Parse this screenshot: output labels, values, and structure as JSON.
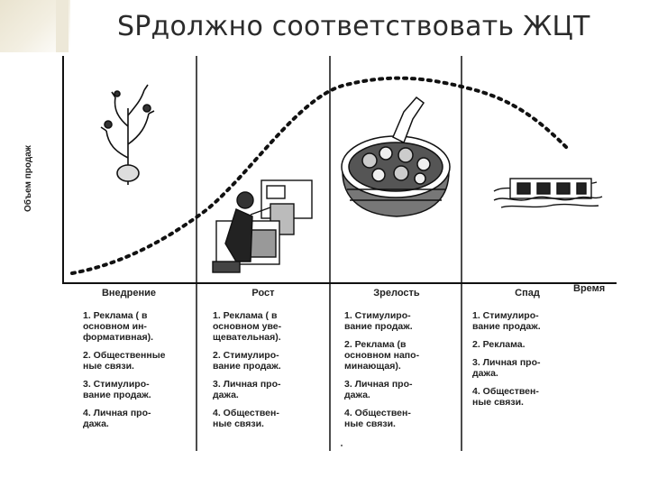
{
  "title": "SPдолжно соответствовать ЖЦТ",
  "axes": {
    "y_label": "Объем продаж",
    "x_label": "Время"
  },
  "stages": [
    {
      "name": "Внедрение",
      "items": [
        "1. Реклама ( в\nосновном ин-\nформативная).",
        "2. Общественные\nные связи.",
        "3. Стимулиро-\nвание продаж.",
        "4. Личная про-\nдажа."
      ]
    },
    {
      "name": "Рост",
      "items": [
        "1. Реклама ( в\nосновном уве-\nщевательная).",
        "2. Стимулиро-\nвание продаж.",
        "3. Личная про-\nдажа.",
        "4. Обществен-\nные связи."
      ]
    },
    {
      "name": "Зрелость",
      "items": [
        "1. Стимулиро-\nвание продаж.",
        "2. Реклама (в\nосновном напо-\nминающая).",
        "3. Личная про-\nдажа.",
        "4. Обществен-\nные связи."
      ]
    },
    {
      "name": "Спад",
      "items": [
        "1. Стимулиро-\nвание продаж.",
        "2. Реклама.",
        "3. Личная про-\nдажа.",
        "4. Обществен-\nные связи."
      ]
    }
  ],
  "icons": [
    "seedling-icon",
    "worker-at-machine-icon",
    "basket-of-goods-icon",
    "sunk-ship-icon"
  ]
}
